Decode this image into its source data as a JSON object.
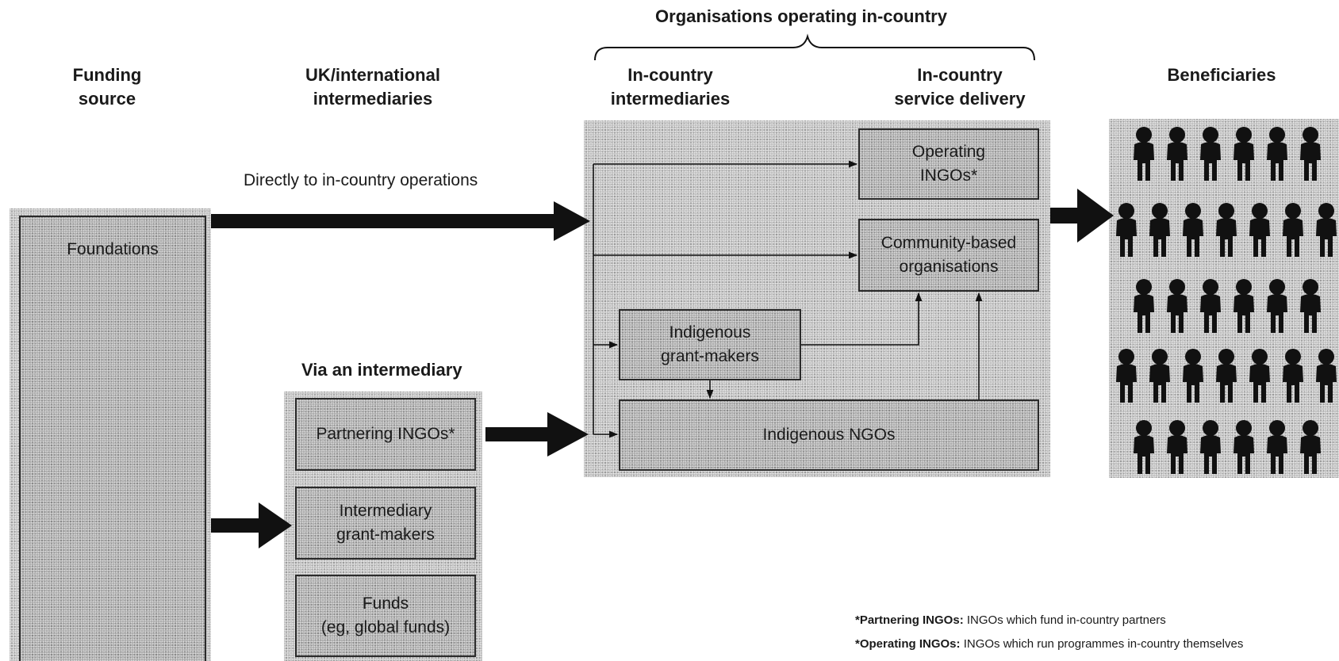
{
  "top_header": "Organisations operating in-country",
  "columns": {
    "funding_source": "Funding\nsource",
    "uk_intermediaries": "UK/international\nintermediaries",
    "in_country_intermediaries": "In-country\nintermediaries",
    "in_country_service_delivery": "In-country\nservice delivery",
    "beneficiaries": "Beneficiaries"
  },
  "flows": {
    "direct": "Directly to in-country operations",
    "via_intermediary": "Via an intermediary"
  },
  "boxes": {
    "foundations": "Foundations",
    "partnering_ingos": "Partnering INGOs*",
    "intermediary_grant_makers": "Intermediary\ngrant-makers",
    "funds": "Funds\n(eg, global funds)",
    "operating_ingos": "Operating\nINGOs*",
    "community_based": "Community-based\norganisations",
    "indigenous_grant_makers": "Indigenous\ngrant-makers",
    "indigenous_ngos": "Indigenous NGOs"
  },
  "footnotes": [
    {
      "term": "*Partnering INGOs:",
      "text": " INGOs which fund in-country partners"
    },
    {
      "term": "*Operating INGOs:",
      "text": " INGOs which run programmes in-country themselves"
    }
  ],
  "colors": {
    "line": "#111111",
    "person": "#111111"
  },
  "icons": {
    "beneficiary": "person-icon"
  }
}
